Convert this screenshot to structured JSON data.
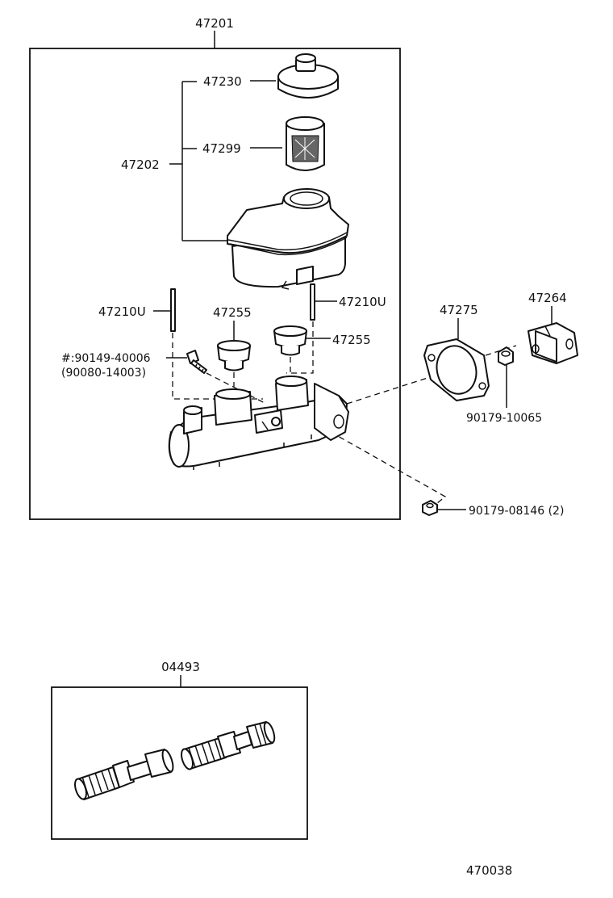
{
  "labels": {
    "assembly": "47201",
    "cap": "47230",
    "strainer": "47299",
    "reservoir_sub": "47202",
    "pin_left": "47210U",
    "pin_right": "47210U",
    "grommet_left": "47255",
    "grommet_right": "47255",
    "gasket": "47275",
    "bracket": "47264",
    "bolt_a": "#:90149-40006",
    "bolt_b": "(90080-14003)",
    "nut_bracket": "90179-10065",
    "nut_mount": "90179-08146 (2)",
    "kit": "04493",
    "figure_number": "470038"
  }
}
